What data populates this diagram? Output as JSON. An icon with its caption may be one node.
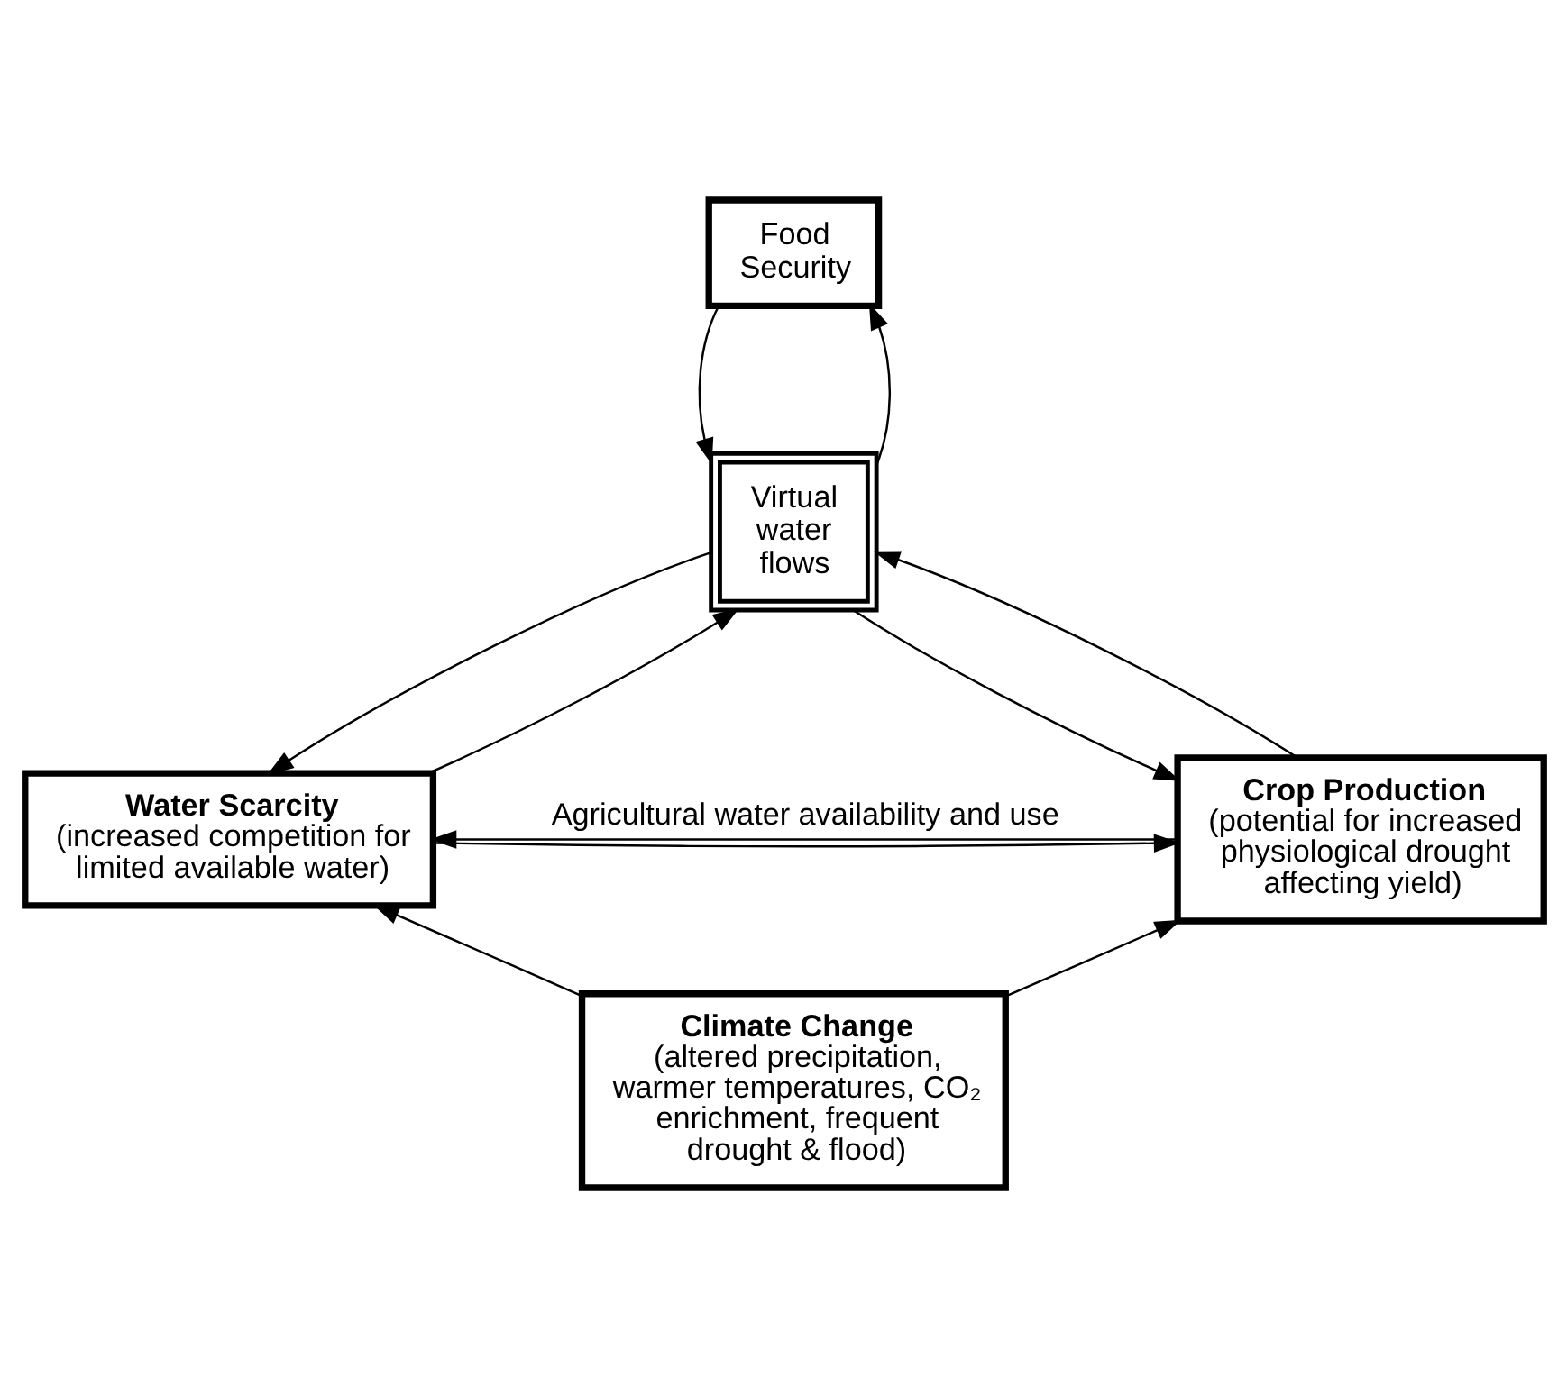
{
  "diagram": {
    "nodes": [
      {
        "text": [
          "Food Security"
        ]
      },
      {
        "text": [
          "Virtual water flows"
        ]
      },
      {
        "text": [
          "Water Scarcity",
          "(increased competition for limited available water)"
        ]
      },
      {
        "text": [
          "Crop Production",
          "(potential for increased physiological drought affecting yield)"
        ]
      },
      {
        "text": [
          "Climate Change",
          "(altered precipitation, warmer temperatures, CO₂ enrichment, frequent drought & flood)"
        ]
      }
    ],
    "edges": [
      {
        "from": 0,
        "to": 1,
        "arrow": "to"
      },
      {
        "from": 1,
        "to": 0,
        "arrow": "to"
      },
      {
        "from": 2,
        "to": 1,
        "arrow": "to"
      },
      {
        "from": 1,
        "to": 2,
        "arrow": "to"
      },
      {
        "from": 3,
        "to": 1,
        "arrow": "to"
      },
      {
        "from": 1,
        "to": 3,
        "arrow": "to"
      },
      {
        "from": 3,
        "to": 2,
        "arrow": "to",
        "label": "Agricultural water availability and use"
      },
      {
        "from": 2,
        "to": 3,
        "arrow": "to"
      },
      {
        "from": 4,
        "to": 2,
        "arrow": "to"
      },
      {
        "from": 4,
        "to": 3,
        "arrow": "to"
      }
    ]
  }
}
